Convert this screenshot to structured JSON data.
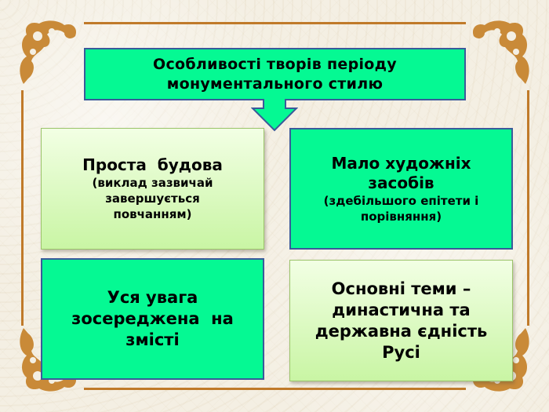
{
  "slide": {
    "title": {
      "line1": "Особливості творів періоду",
      "line2": "монументального стилю"
    },
    "boxes": [
      {
        "heading": "Проста  будова",
        "detail_lines": [
          "(виклад зазвичай",
          "завершується",
          "повчанням)"
        ]
      },
      {
        "heading_lines": [
          "Мало художніх",
          "засобів"
        ],
        "detail_lines": [
          "(здебільшого епітети і",
          "порівняння)"
        ]
      },
      {
        "lines": [
          "Уся увага",
          "зосереджена  на",
          "змісті"
        ]
      },
      {
        "lines": [
          "Основні теми –",
          "династична та",
          "державна єдність",
          "Русі"
        ]
      }
    ],
    "colors": {
      "teal_fill": "#05f993",
      "teal_border": "#3a5a9a",
      "lime_top": "#f2ffe4",
      "lime_bottom": "#c9f5a4",
      "ornament": "#c07a2a",
      "background": "#f4efe3"
    },
    "icons": {
      "arrow": "down-arrow",
      "corner": "floral-ornament"
    }
  }
}
